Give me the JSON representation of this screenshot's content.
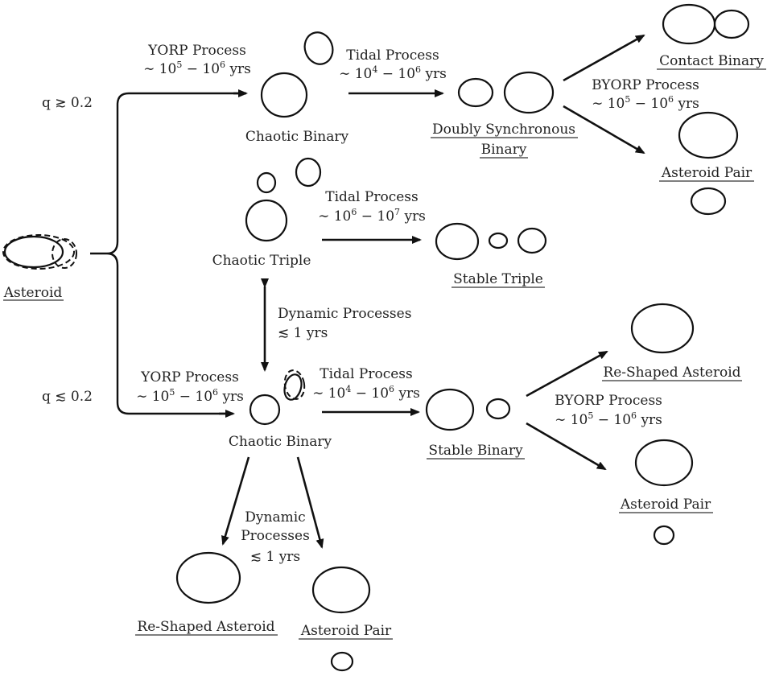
{
  "colors": {
    "ink": "#111111",
    "text": "#222222",
    "background": "#ffffff"
  },
  "asteroid": {
    "label": "Asteroid"
  },
  "branch_high": {
    "condition": "q ≳ 0.2"
  },
  "branch_low": {
    "condition": "q ≲ 0.2"
  },
  "yorp_top": {
    "title": "YORP Process",
    "pre": "∼ 10",
    "e1": "5",
    "mid": " − 10",
    "e2": "6",
    "post": " yrs"
  },
  "yorp_bottom": {
    "title": "YORP Process",
    "pre": "∼ 10",
    "e1": "5",
    "mid": " − 10",
    "e2": "6",
    "post": " yrs"
  },
  "chaotic_binary_top": {
    "label": "Chaotic Binary"
  },
  "chaotic_binary_bottom": {
    "label": "Chaotic Binary"
  },
  "chaotic_triple": {
    "label": "Chaotic Triple"
  },
  "tidal_top": {
    "title": "Tidal Process",
    "pre": "∼ 10",
    "e1": "4",
    "mid": " − 10",
    "e2": "6",
    "post": " yrs"
  },
  "tidal_triple": {
    "title": "Tidal Process",
    "pre": "∼ 10",
    "e1": "6",
    "mid": " − 10",
    "e2": "7",
    "post": " yrs"
  },
  "tidal_bottom": {
    "title": "Tidal Process",
    "pre": "∼ 10",
    "e1": "4",
    "mid": " − 10",
    "e2": "6",
    "post": " yrs"
  },
  "doubly_synchronous": {
    "line1": "Doubly Synchronous",
    "line2": "Binary"
  },
  "stable_triple": {
    "label": "Stable Triple"
  },
  "stable_binary": {
    "label": "Stable Binary"
  },
  "byorp_top": {
    "title": "BYORP Process",
    "pre": "∼ 10",
    "e1": "5",
    "mid": " − 10",
    "e2": "6",
    "post": " yrs"
  },
  "byorp_bottom": {
    "title": "BYORP Process",
    "pre": "∼ 10",
    "e1": "5",
    "mid": " − 10",
    "e2": "6",
    "post": " yrs"
  },
  "contact_binary": {
    "label": "Contact Binary"
  },
  "asteroid_pair_top": {
    "label": "Asteroid Pair"
  },
  "reshaped_right": {
    "label": "Re-Shaped Asteroid"
  },
  "asteroid_pair_right": {
    "label": "Asteroid Pair"
  },
  "dynamic_middle": {
    "line1": "Dynamic Processes",
    "line2": "≲ 1 yrs"
  },
  "dynamic_bottom": {
    "line1": "Dynamic",
    "line2": "Processes",
    "line3": "≲ 1 yrs"
  },
  "reshaped_bottom": {
    "label": "Re-Shaped Asteroid"
  },
  "asteroid_pair_bottom": {
    "label": "Asteroid Pair"
  }
}
